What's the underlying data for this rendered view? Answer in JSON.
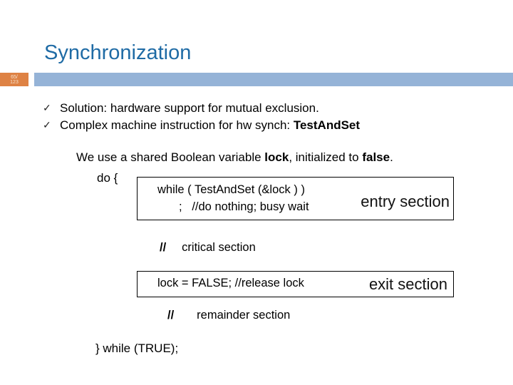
{
  "slide": {
    "title": "Synchronization",
    "page_indicator": "65/123",
    "colors": {
      "title_blue": "#1F6BA5",
      "bar_blue": "#95B3D7",
      "accent_orange": "#DE8244"
    },
    "bullets": {
      "marker": "✓",
      "item1": "Solution: hardware support for mutual exclusion.",
      "item2_prefix": "Complex machine instruction for hw synch: ",
      "item2_bold": "TestAndSet"
    },
    "intro": {
      "prefix": "We use a shared Boolean variable ",
      "bold1": "lock",
      "mid": ", initialized to ",
      "bold2": "false",
      "suffix": "."
    },
    "code": {
      "do_open": "do {",
      "while_line": "while ( TestAndSet (&lock ) )",
      "busy_wait_line": ";   //do nothing; busy wait",
      "entry_label": "entry section",
      "critical_marker": "//",
      "critical_text": "critical section",
      "exit_line": "lock = FALSE; //release lock",
      "exit_label": "exit section",
      "remainder_marker": "//",
      "remainder_text": "remainder section",
      "do_close": "} while (TRUE);"
    }
  }
}
